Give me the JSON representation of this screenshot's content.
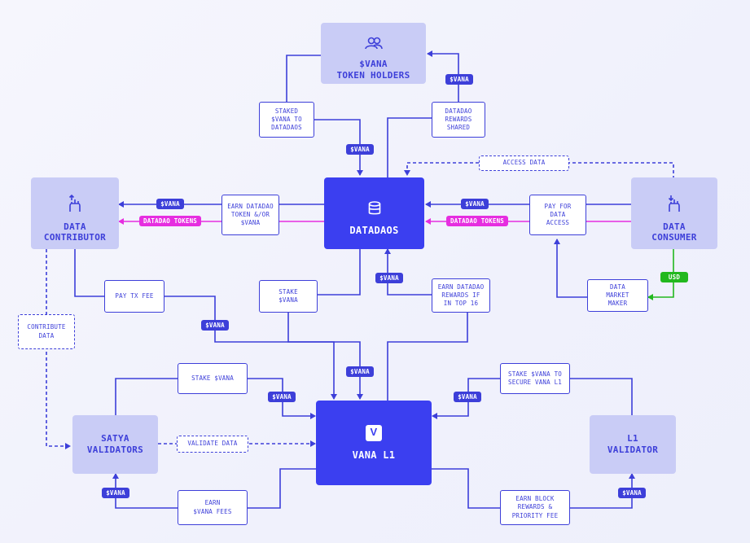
{
  "colors": {
    "line_blue": "#3d3fd9",
    "line_magenta": "#e62ee0",
    "line_green": "#22b81e",
    "node_light": "#c9ccf6",
    "node_dark": "#3b3ff0"
  },
  "nodes": {
    "token_holders": {
      "label": "$VANA\nTOKEN HOLDERS",
      "icon": "users-icon"
    },
    "datadaos": {
      "label": "DATADAOS",
      "icon": "database-icon"
    },
    "data_contributor": {
      "label": "DATA\nCONTRIBUTOR",
      "icon": "hand-upload-icon"
    },
    "data_consumer": {
      "label": "DATA\nCONSUMER",
      "icon": "hand-download-icon"
    },
    "vana_l1": {
      "label": "VANA L1",
      "icon": "vana-logo-icon",
      "logo_letter": "V"
    },
    "satya_validators": {
      "label": "SATYA\nVALIDATORS"
    },
    "l1_validator": {
      "label": "L1\nVALIDATOR"
    }
  },
  "labels": {
    "staked_to_datadaos": "STAKED\n$VANA TO\nDATADAOS",
    "datadao_rewards_shared": "DATADAO\nREWARDS\nSHARED",
    "access_data": "ACCESS DATA",
    "earn_datadao_token": "EARN DATADAO\nTOKEN &/OR\n$VANA",
    "pay_for_data_access": "PAY FOR\nDATA\nACCESS",
    "pay_tx_fee": "PAY TX FEE",
    "stake_vana_mid": "STAKE\n$VANA",
    "earn_datadao_rewards": "EARN DATADAO\nREWARDS IF\nIN TOP 16",
    "data_market_maker": "DATA\nMARKET\nMAKER",
    "contribute_data": "CONTRIBUTE\nDATA",
    "stake_vana_left": "STAKE $VANA",
    "stake_secure": "STAKE $VANA TO\nSECURE VANA L1",
    "validate_data": "VALIDATE DATA",
    "earn_vana_fees": "EARN\n$VANA FEES",
    "earn_block_rewards": "EARN BLOCK\nREWARDS &\nPRIORITY FEE"
  },
  "pills": {
    "vana": "$VANA",
    "datadao_tokens": "DATADAO TOKENS",
    "usd": "USD"
  }
}
